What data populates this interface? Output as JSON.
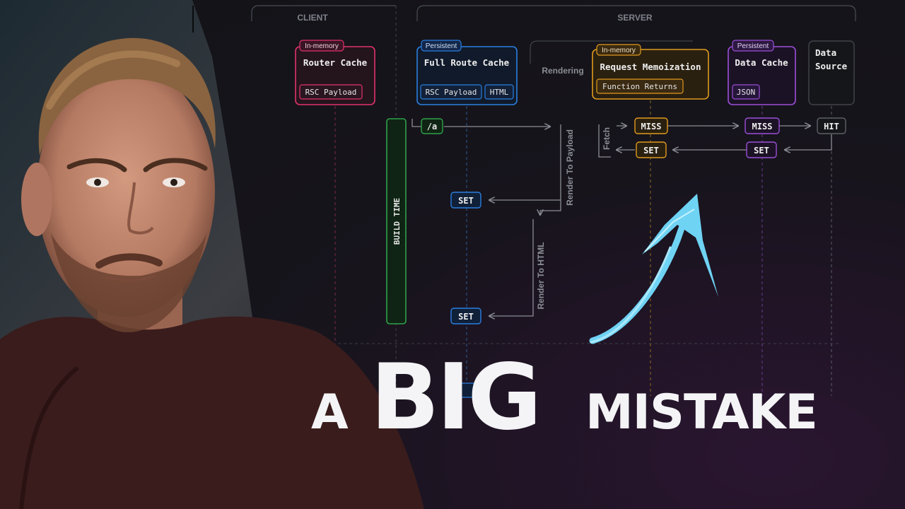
{
  "regions": {
    "client": "CLIENT",
    "server": "SERVER"
  },
  "caches": {
    "router": {
      "badge": "In-memory",
      "title": "Router Cache",
      "item": "RSC Payload",
      "color": "#e0336c"
    },
    "full_route": {
      "badge": "Persistent",
      "title": "Full Route Cache",
      "items": [
        "RSC Payload",
        "HTML"
      ],
      "color": "#2b7fe0"
    },
    "request_memo": {
      "badge": "In-memory",
      "title": "Request Memoization",
      "item": "Function Returns",
      "color": "#e09a1c"
    },
    "data_cache": {
      "badge": "Persistent",
      "title": "Data Cache",
      "item": "JSON",
      "color": "#9b4fd8"
    },
    "data_source": {
      "title_line1": "Data",
      "title_line2": "Source"
    }
  },
  "rendering_label": "Rendering",
  "build_time_label": "BUILD TIME",
  "route_label": "/a",
  "steps": {
    "fetch": "Fetch",
    "render_payload": "Render To Payload",
    "render_html": "Render To HTML",
    "memo_miss": "MISS",
    "memo_set": "SET",
    "data_miss": "MISS",
    "data_set": "SET",
    "source_hit": "HIT",
    "route_set_1": "SET",
    "route_set_2": "SET"
  },
  "headline": {
    "a": "A",
    "big": "BIG",
    "mistake": "MISTAKE"
  },
  "colors": {
    "green": "#2fa14a",
    "arrow_blue": "#6fd3f4",
    "line_gray": "#8a8d95"
  },
  "icons": {
    "hand_drawn_arrow": "hand-drawn-arrow-icon",
    "presenter": "presenter-photo"
  }
}
